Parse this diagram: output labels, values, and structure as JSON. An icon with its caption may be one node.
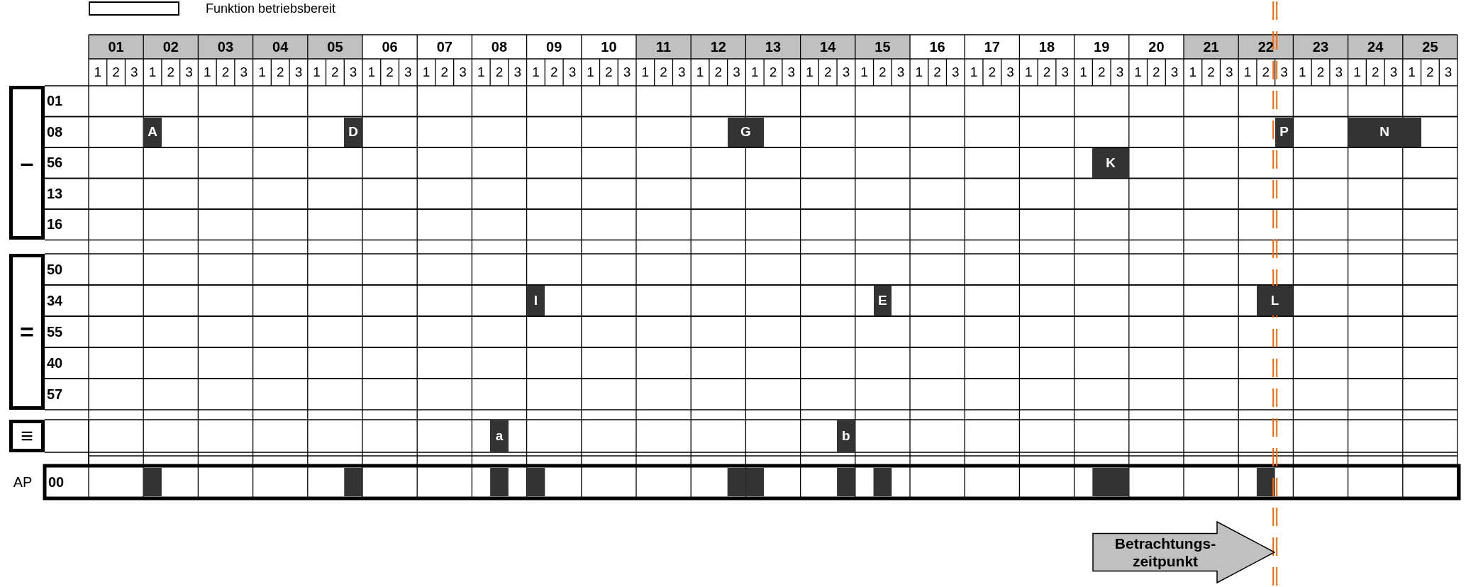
{
  "diagram": {
    "nodes": [
      {
        "text": [
          "–"
        ]
      },
      {
        "text": [
          "="
        ]
      },
      {
        "text": [
          "≡"
        ]
      },
      {
        "text": [
          "A"
        ]
      },
      {
        "text": [
          "D"
        ]
      },
      {
        "text": [
          "G"
        ]
      },
      {
        "text": [
          "P"
        ]
      },
      {
        "text": [
          "N"
        ]
      },
      {
        "text": [
          "K"
        ]
      },
      {
        "text": [
          "I"
        ]
      },
      {
        "text": [
          "E"
        ]
      },
      {
        "text": [
          "L"
        ]
      },
      {
        "text": [
          "a"
        ]
      },
      {
        "text": [
          "b"
        ]
      },
      {
        "text": [
          "Betrachtungs- zeitpunkt"
        ]
      }
    ],
    "labels": [
      "01",
      "02",
      "03",
      "04",
      "05",
      "06",
      "07",
      "08",
      "09",
      "10",
      "11",
      "12",
      "13",
      "14",
      "15",
      "16",
      "17",
      "18",
      "19",
      "20",
      "21",
      "22",
      "23",
      "24",
      "25",
      "1",
      "2",
      "3",
      "1",
      "2",
      "3",
      "1",
      "2",
      "3",
      "1",
      "2",
      "3",
      "1",
      "2",
      "3",
      "1",
      "2",
      "3",
      "1",
      "2",
      "3",
      "1",
      "2",
      "3",
      "1",
      "2",
      "3",
      "1",
      "2",
      "3",
      "1",
      "2",
      "3",
      "1",
      "2",
      "3",
      "1",
      "2",
      "3",
      "1",
      "2",
      "3",
      "1",
      "2",
      "3",
      "1",
      "2",
      "3",
      "1",
      "2",
      "3",
      "1",
      "2",
      "3",
      "1",
      "2",
      "3",
      "1",
      "2",
      "3",
      "1",
      "2",
      "3",
      "1",
      "2",
      "3",
      "1",
      "2",
      "3",
      "1",
      "2",
      "3",
      "1",
      "2",
      "3",
      "01",
      "08",
      "56",
      "13",
      "16",
      "50",
      "34",
      "55",
      "40",
      "57",
      "AP",
      "00"
    ],
    "legend": [
      {
        "text": "Funktion betriebsbereit",
        "color": "#ffffff"
      }
    ]
  }
}
